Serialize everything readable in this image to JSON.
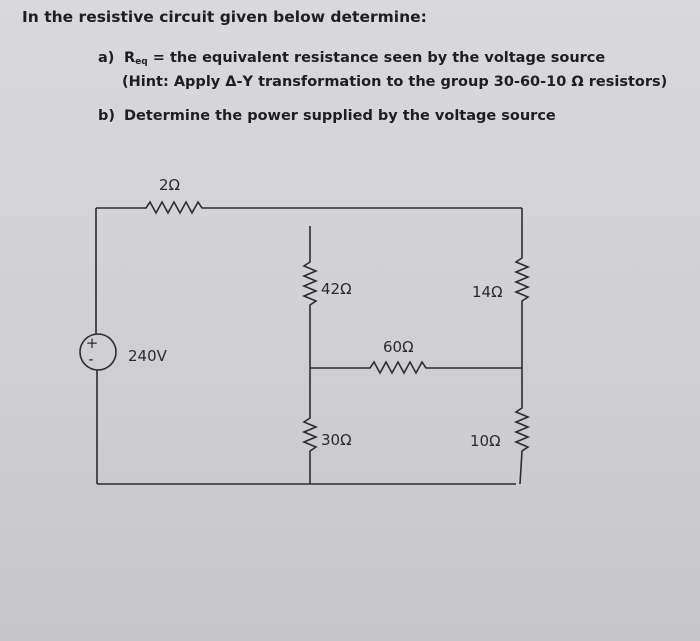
{
  "question": {
    "intro": "In the resistive circuit given below determine:",
    "part_a": {
      "label": "a)",
      "text_pre": "R",
      "subscript": "eq",
      "text_post": " = the equivalent resistance seen by the voltage source",
      "hint": "(Hint: Apply Δ-Y transformation to the group 30-60-10 Ω resistors)"
    },
    "part_b": {
      "label": "b)",
      "text": "Determine the power supplied by the voltage source"
    }
  },
  "circuit": {
    "source_label": "240V",
    "source_plus": "+",
    "source_minus": "-",
    "r_series_label": "2Ω",
    "r_left_top_label": "42Ω",
    "r_right_top_label": "14Ω",
    "r_middle_label": "60Ω",
    "r_left_bottom_label": "30Ω",
    "r_right_bottom_label": "10Ω"
  }
}
